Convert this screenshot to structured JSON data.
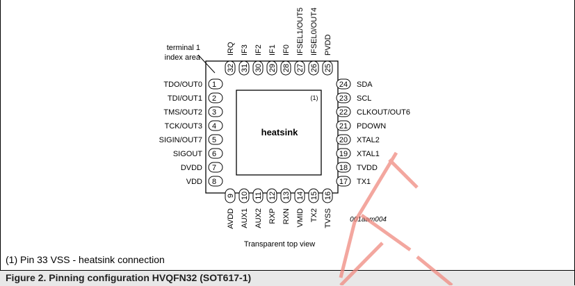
{
  "diagram": {
    "terminal_label_line1": "terminal 1",
    "terminal_label_line2": "index area",
    "heatsink_label": "heatsink",
    "heatsink_note": "(1)",
    "code_label": "001aam004",
    "view_label": "Transparent top view",
    "pins_left": [
      {
        "num": "1",
        "name": "TDO/OUT0"
      },
      {
        "num": "2",
        "name": "TDI/OUT1"
      },
      {
        "num": "3",
        "name": "TMS/OUT2"
      },
      {
        "num": "4",
        "name": "TCK/OUT3"
      },
      {
        "num": "5",
        "name": "SIGIN/OUT7"
      },
      {
        "num": "6",
        "name": "SIGOUT"
      },
      {
        "num": "7",
        "name": "DVDD"
      },
      {
        "num": "8",
        "name": "VDD"
      }
    ],
    "pins_right": [
      {
        "num": "24",
        "name": "SDA"
      },
      {
        "num": "23",
        "name": "SCL"
      },
      {
        "num": "22",
        "name": "CLKOUT/OUT6"
      },
      {
        "num": "21",
        "name": "PDOWN"
      },
      {
        "num": "20",
        "name": "XTAL2"
      },
      {
        "num": "19",
        "name": "XTAL1"
      },
      {
        "num": "18",
        "name": "TVDD"
      },
      {
        "num": "17",
        "name": "TX1"
      }
    ],
    "pins_top": [
      {
        "num": "32",
        "name": "IRQ"
      },
      {
        "num": "31",
        "name": "IF3"
      },
      {
        "num": "30",
        "name": "IF2"
      },
      {
        "num": "29",
        "name": "IF1"
      },
      {
        "num": "28",
        "name": "IF0"
      },
      {
        "num": "27",
        "name": "IFSEL1/OUT5"
      },
      {
        "num": "26",
        "name": "IFSEL0/OUT4"
      },
      {
        "num": "25",
        "name": "PVDD"
      }
    ],
    "pins_bottom": [
      {
        "num": "9",
        "name": "AVDD"
      },
      {
        "num": "10",
        "name": "AUX1"
      },
      {
        "num": "11",
        "name": "AUX2"
      },
      {
        "num": "12",
        "name": "RXP"
      },
      {
        "num": "13",
        "name": "RXN"
      },
      {
        "num": "14",
        "name": "VMID"
      },
      {
        "num": "15",
        "name": "TX2"
      },
      {
        "num": "16",
        "name": "TVSS"
      }
    ]
  },
  "footnote": "(1) Pin 33 VSS - heatsink connection",
  "caption": "Figure 2.  Pinning configuration HVQFN32 (SOT617-1)",
  "colors": {
    "watermark": "#f08a80"
  }
}
